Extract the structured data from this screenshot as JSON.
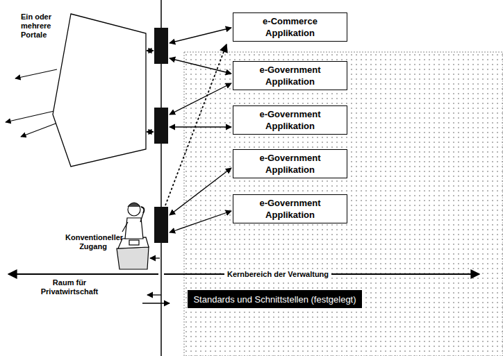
{
  "diagram": {
    "nodes": [
      {
        "text": [
          "Ein oder mehrere Portale"
        ]
      },
      {
        "text": [
          "e-Commerce Applikation"
        ]
      },
      {
        "text": [
          "e-Government Applikation"
        ]
      },
      {
        "text": [
          "e-Government Applikation"
        ]
      },
      {
        "text": [
          "e-Government Applikation"
        ]
      },
      {
        "text": [
          "e-Government Applikation"
        ]
      },
      {
        "text": [
          "Standards und Schnittstellen (festgelegt)"
        ]
      }
    ],
    "labels": [
      "Konventioneller Zugang",
      "Raum für Privatwirtschaft",
      "Kernbereich der Verwaltung"
    ]
  }
}
